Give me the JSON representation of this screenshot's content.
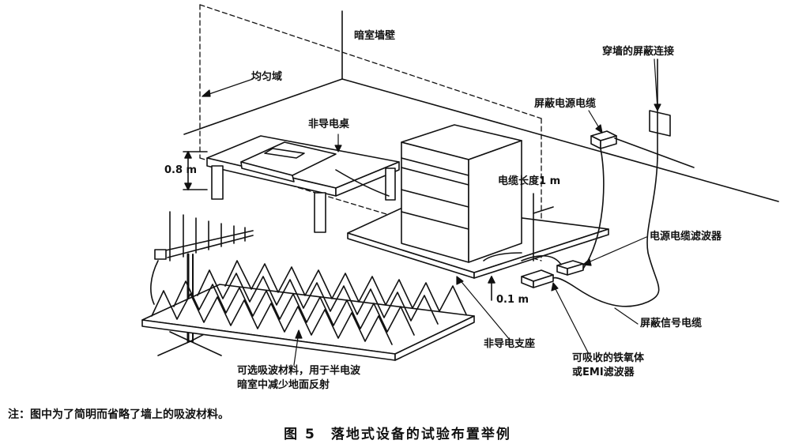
{
  "labels": {
    "chamber_wall": "暗室墙壁",
    "uniform_field": "均匀域",
    "nonconductive_table": "非导电桌",
    "height_08": "0.8 m",
    "cable_length": "电缆长度1 m",
    "shielded_power_cable": "屏蔽电源电缆",
    "feedthrough": "穿墙的屏蔽连接",
    "power_filter": "电源电缆滤波器",
    "height_01": "0.1 m",
    "shielded_signal_cable": "屏蔽信号电缆",
    "nonconductive_support": "非导电支座",
    "ferrite_line1": "可吸收的铁氧体",
    "ferrite_line2": "或EMI滤波器",
    "absorber_line1": "可选吸波材料，用于半电波",
    "absorber_line2": "暗室中减少地面反射"
  },
  "note": "注：图中为了简明而省略了墙上的吸波材料。",
  "caption": "图 5　落地式设备的试验布置举例"
}
